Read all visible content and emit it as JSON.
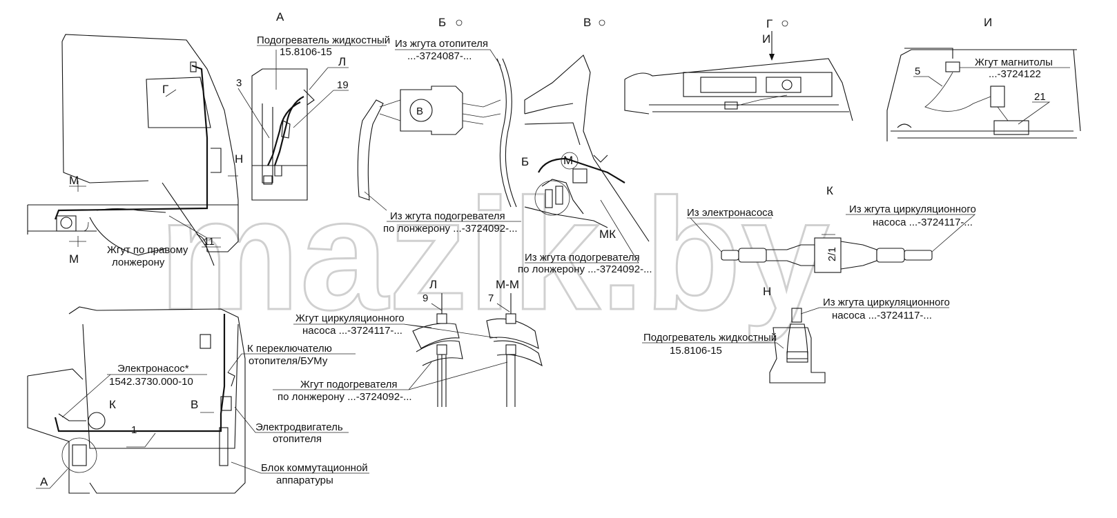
{
  "watermark": "mazik.by",
  "views": {
    "A_top": "А",
    "A_bottom": "А",
    "B": "Б",
    "B_cab": "Б",
    "V": "В",
    "V_front": "В",
    "G": "Г",
    "G_cab": "Г",
    "I": "И",
    "I_arrow": "И",
    "K": "К",
    "K_front": "К",
    "L": "Л",
    "L_section": "Л",
    "M_upper": "М",
    "M_lower": "М",
    "M_detail": "М",
    "MM": "М-М",
    "MK": "МК",
    "N_left": "Н",
    "N_right": "Н"
  },
  "numbers": {
    "n1": "1",
    "n3": "3",
    "n5": "5",
    "n7": "7",
    "n9": "9",
    "n11": "11",
    "n19": "19",
    "n21": "21"
  },
  "labels": {
    "heater_line1": "Подогреватель жидкостный",
    "heater_line2": "15.8106-15",
    "heater2_line1": "Подогреватель жидкостный",
    "heater2_line2": "15.8106-15",
    "from_heater_harness_line1": "Из жгута отопителя",
    "from_heater_harness_line2": "...-3724087-...",
    "radio_harness_line1": "Жгут магнитолы",
    "radio_harness_line2": "...-3724122",
    "right_frame_harness_line1": "Жгут по правому",
    "right_frame_harness_line2": "лонжерону",
    "from_preheater_frame_line1": "Из жгута подогревателя",
    "from_preheater_frame_line2": "по лонжерону ...-3724092-...",
    "from_preheater_frame2_line1": "Из жгута подогревателя",
    "from_preheater_frame2_line2": "по лонжерону ...-3724092-...",
    "from_electropump": "Из электронасоса",
    "from_circ_pump_line1": "Из жгута циркуляционного",
    "from_circ_pump_line2": "насоса ...-3724117-...",
    "from_circ_pump2_line1": "Из жгута циркуляционного",
    "from_circ_pump2_line2": "насоса ...-3724117-...",
    "circ_pump_harness_line1": "Жгут циркуляционного",
    "circ_pump_harness_line2": "насоса ...-3724117-...",
    "preheater_harness_line1": "Жгут подогревателя",
    "preheater_harness_line2": "по лонжерону ...-3724092-...",
    "electropump_line1": "Электронасос*",
    "electropump_line2": "1542.3730.000-10",
    "to_switch_line1": "К переключателю",
    "to_switch_line2": "отопителя/БУМу",
    "heater_motor_line1": "Электродвигатель",
    "heater_motor_line2": "отопителя",
    "switch_block_line1": "Блок коммутационной",
    "switch_block_line2": "аппаратуры",
    "connector_B": "В",
    "pump_mark": "2/1"
  }
}
